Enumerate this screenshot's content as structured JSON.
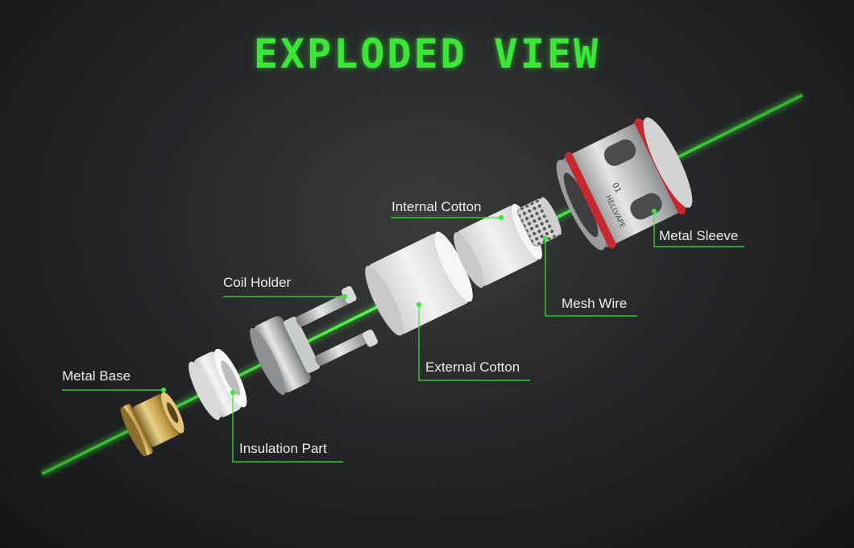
{
  "title": "EXPLODED VIEW",
  "colors": {
    "accent": "#39e834",
    "background": "#232426",
    "label_text": "#ececec",
    "gold": "#c9a449",
    "silver": "#bfc2c4",
    "ceramic": "#e8e8e8",
    "red_ring": "#c8282c"
  },
  "components": [
    {
      "id": "metal-base",
      "label": "Metal Base"
    },
    {
      "id": "insulation-part",
      "label": "Insulation Part"
    },
    {
      "id": "coil-holder",
      "label": "Coil Holder"
    },
    {
      "id": "external-cotton",
      "label": "External Cotton"
    },
    {
      "id": "internal-cotton",
      "label": "Internal Cotton"
    },
    {
      "id": "mesh-wire",
      "label": "Mesh Wire"
    },
    {
      "id": "metal-sleeve",
      "label": "Metal Sleeve"
    }
  ],
  "sleeve_marking": {
    "brand": "HELLVAPE",
    "code": "01"
  }
}
